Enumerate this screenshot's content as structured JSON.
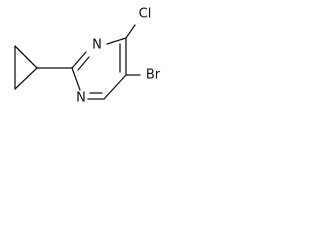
{
  "molecule": {
    "atoms": {
      "n_top": "N",
      "n_bottom": "N",
      "cl": "Cl",
      "br": "Br"
    }
  }
}
